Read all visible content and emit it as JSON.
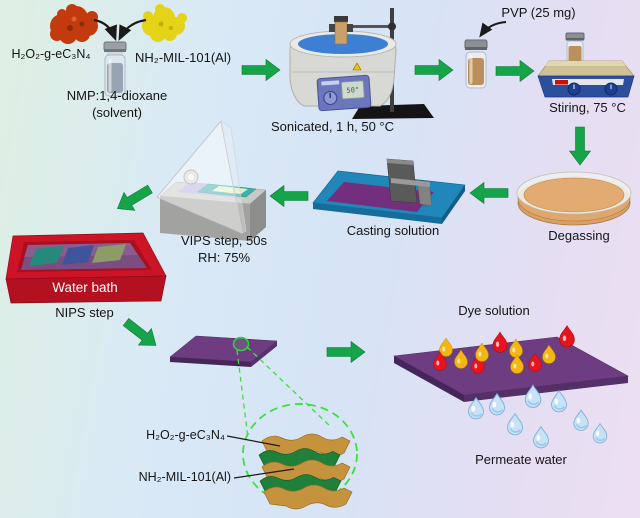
{
  "figure": {
    "materials": {
      "h2o2_label": "H₂O₂-g-eC₃N₄",
      "mof_label": "NH₂-MIL-101(Al)",
      "solvent_line1": "NMP:1,4-dioxane",
      "solvent_line2": "(solvent)",
      "pvp_label": "PVP (25 mg)"
    },
    "steps": {
      "sonicated": "Sonicated, 1 h, 50 °C",
      "stirring": "Stiring, 75 °C",
      "degassing": "Degassing",
      "casting": "Casting solution",
      "vips_line1": "VIPS step, 50s",
      "vips_line2": "RH: 75%",
      "water_bath": "Water bath",
      "nips": "NIPS step"
    },
    "result": {
      "dye_solution": "Dye solution",
      "permeate_water": "Permeate water"
    },
    "inset": {
      "h2o2_label": "H₂O₂-g-eC₃N₄",
      "mof_label": "NH₂-MIL-101(Al)"
    },
    "colors": {
      "arrow_green": "#17a34a",
      "dashed_green": "#3ce03c",
      "membrane_purple": "#6e3c80",
      "bath_red": "#c41425",
      "dye_red": "#e8131d",
      "dye_yellow": "#f3b70f",
      "water_drop_blue": "#c7e2f7",
      "sheet_tan": "#c5923d",
      "sheet_green": "#20803a"
    }
  }
}
